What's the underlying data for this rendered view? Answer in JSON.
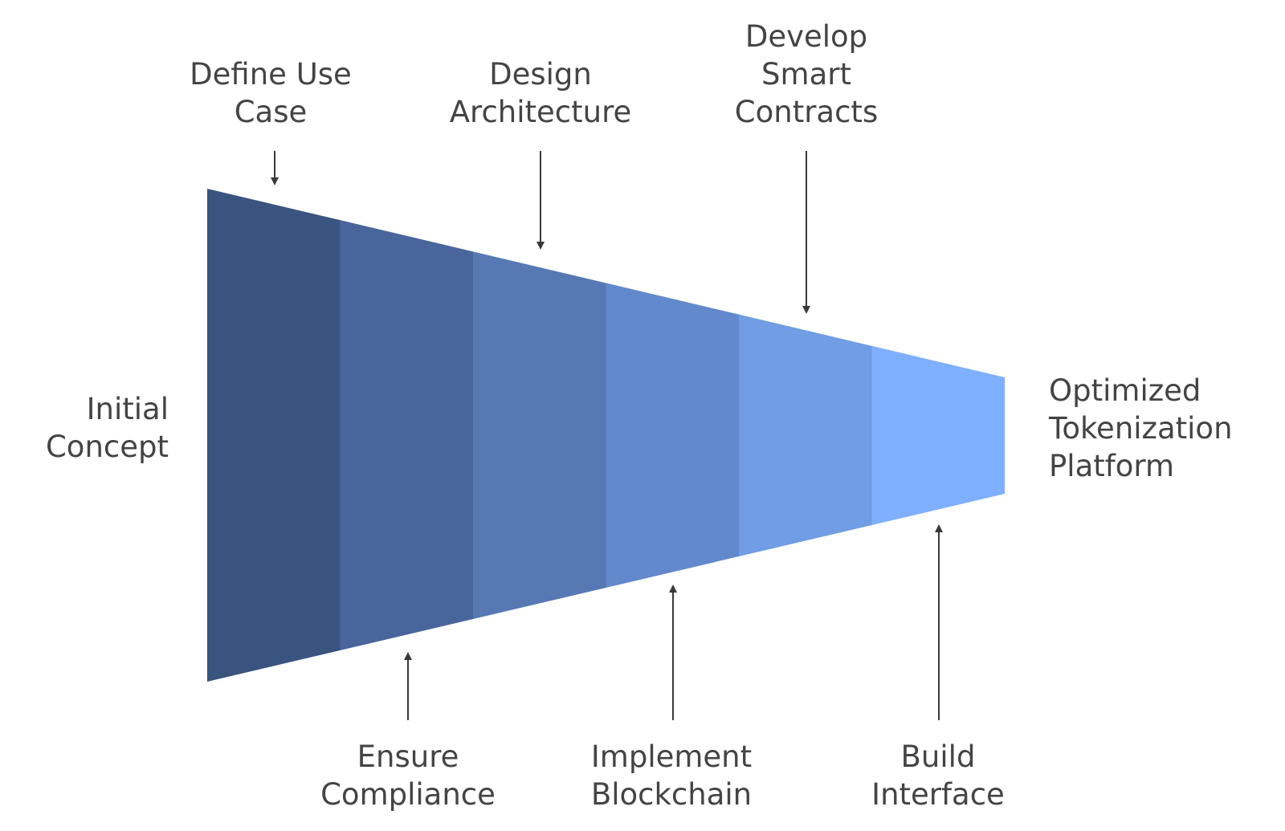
{
  "diagram": {
    "start_label": [
      "Initial",
      "Concept"
    ],
    "end_label": [
      "Optimized",
      "Tokenization",
      "Platform"
    ],
    "stage_colors": [
      "#39547f",
      "#48669b",
      "#5678b3",
      "#6289cc",
      "#709dE4",
      "#7fafff"
    ],
    "arrow_color": "#3a3a3a",
    "top_steps": [
      {
        "lines": [
          "Define Use",
          "Case"
        ]
      },
      {
        "lines": [
          "Design",
          "Architecture"
        ]
      },
      {
        "lines": [
          "Develop",
          "Smart",
          "Contracts"
        ]
      }
    ],
    "bottom_steps": [
      {
        "lines": [
          "Ensure",
          "Compliance"
        ]
      },
      {
        "lines": [
          "Implement",
          "Blockchain"
        ]
      },
      {
        "lines": [
          "Build",
          "Interface"
        ]
      }
    ]
  }
}
